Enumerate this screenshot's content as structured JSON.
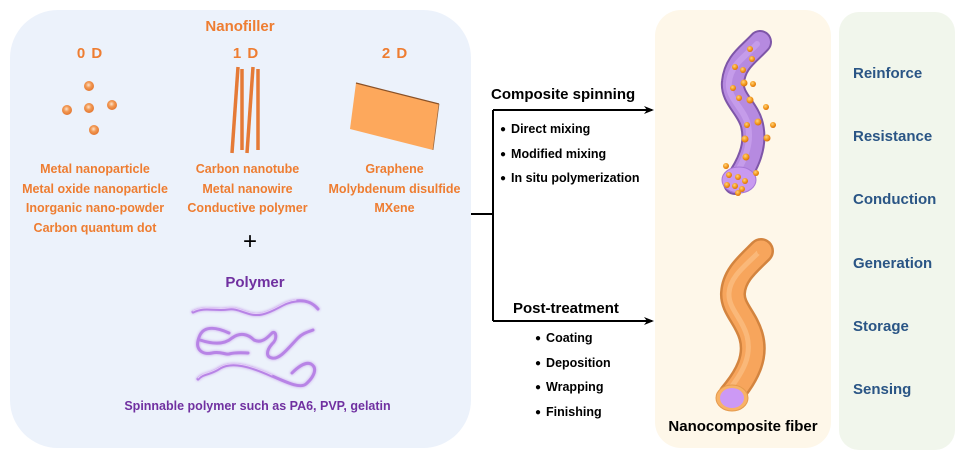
{
  "nanofiller": {
    "title": "Nanofiller",
    "columns": [
      {
        "dimension": "0 D",
        "icon": "nanoparticles-icon",
        "items": [
          "Metal nanoparticle",
          "Metal oxide nanoparticle",
          "Inorganic nano-powder",
          "Carbon quantum dot"
        ]
      },
      {
        "dimension": "1 D",
        "icon": "nanorods-icon",
        "items": [
          "Carbon nanotube",
          "Metal nanowire",
          "Conductive polymer"
        ]
      },
      {
        "dimension": "2 D",
        "icon": "nanosheet-icon",
        "items": [
          "Graphene",
          "Molybdenum disulfide",
          "MXene"
        ]
      }
    ]
  },
  "plus": "+",
  "polymer": {
    "title": "Polymer",
    "icon": "polymer-chains-icon",
    "caption": "Spinnable polymer such as PA6, PVP, gelatin"
  },
  "processes": [
    {
      "title": "Composite spinning",
      "methods": [
        "Direct mixing",
        "Modified mixing",
        "In situ polymerization"
      ]
    },
    {
      "title": "Post-treatment",
      "methods": [
        "Coating",
        "Deposition",
        "Wrapping",
        "Finishing"
      ]
    }
  ],
  "fiber": {
    "label": "Nanocomposite fiber",
    "icons": [
      "particle-embedded-fiber-icon",
      "coated-fiber-icon"
    ]
  },
  "applications": [
    "Reinforce",
    "Resistance",
    "Conduction",
    "Generation",
    "Storage",
    "Sensing"
  ],
  "colors": {
    "nanofiller_text": "#ee7d31",
    "polymer_text": "#7030a0",
    "application_text": "#2a5585",
    "nanofiller_panel": "#ecf2fb",
    "fiber_panel": "#fef7e9",
    "application_panel": "#f1f6ec"
  }
}
